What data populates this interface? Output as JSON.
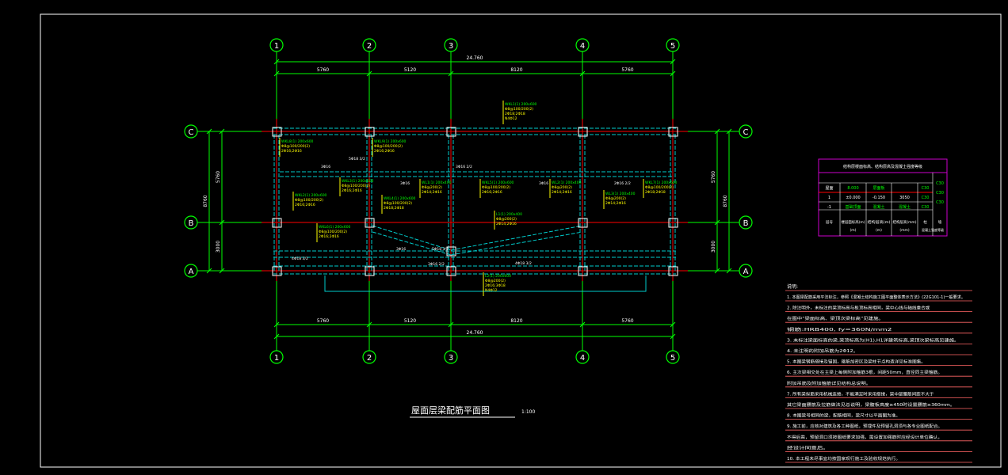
{
  "drawing": {
    "title": "屋面层梁配筋平面图",
    "scale": "1:100",
    "axes_x": [
      "1",
      "2",
      "3",
      "4",
      "5"
    ],
    "axes_y": [
      "C",
      "B",
      "A"
    ],
    "dims_top_total": "24.760",
    "dims_top": [
      "5760",
      "5120",
      "8120",
      "5760"
    ],
    "dims_bottom_total": "24.760",
    "dims_bottom": [
      "5760",
      "5120",
      "8120",
      "5760"
    ],
    "dims_left_total": "8760",
    "dims_left": [
      "5760",
      "3000"
    ],
    "dims_right_total": "8760",
    "dims_right": [
      "5760",
      "3000"
    ],
    "beam_labels": [
      {
        "lines": [
          "WKL1(1) 200x600",
          "Φ8@100/200(2)",
          "2Φ18;2Φ18",
          "N4Φ12"
        ]
      },
      {
        "lines": [
          "WKL2(1) 200x600",
          "Φ8@100/200(2)",
          "2Φ16;2Φ16"
        ]
      },
      {
        "lines": [
          "WKL3(1) 200x600",
          "Φ8@100/200(2)",
          "2Φ16;2Φ16"
        ]
      },
      {
        "lines": [
          "WKL4(1) 200x600",
          "Φ8@100/200(2)",
          "2Φ18;2Φ18"
        ]
      },
      {
        "lines": [
          "WL1(1) 200x400",
          "Φ8@200(2)",
          "2Φ14;2Φ16"
        ]
      },
      {
        "lines": [
          "WKL5(1) 200x600",
          "Φ8@100/200(2)",
          "2Φ16;2Φ16"
        ]
      },
      {
        "lines": [
          "WKL6(1) 200x600",
          "Φ8@100/200(2)",
          "2Φ16;2Φ16"
        ]
      },
      {
        "lines": [
          "WL2(1) 200x400",
          "Φ8@200(2)",
          "2Φ14;2Φ16"
        ]
      },
      {
        "lines": [
          "WL3(1) 200x400",
          "Φ8@200(2)",
          "2Φ14;2Φ16"
        ]
      },
      {
        "lines": [
          "L1(1) 200x400",
          "Φ8@200(2)",
          "2Φ14;2Φ16"
        ]
      },
      {
        "lines": [
          "WKL7(1) 200x600",
          "Φ8@100/200(2)",
          "2Φ18;2Φ18"
        ]
      },
      {
        "lines": [
          "WKL8(1) 200x600",
          "Φ8@100/200(2)",
          "2Φ16;2Φ16"
        ]
      },
      {
        "lines": [
          "WKL9(1) 200x600",
          "Φ8@100/200(2)",
          "2Φ16;2Φ16"
        ]
      },
      {
        "lines": [
          "L2(1) 200x600",
          "Φ8@200(2)",
          "2Φ16;3Φ18",
          "N4Φ12"
        ]
      }
    ],
    "beam_small_labels": [
      "3Φ16",
      "3Φ16",
      "3Φ16 2/2",
      "3Φ16",
      "2Φ16 2/2",
      "3Φ16",
      "3Φ16 2/2",
      "5Φ18 3/2",
      "4Φ18 3/2",
      "4Φ18 3/2",
      "5Φ18 3/2"
    ]
  },
  "level_table": {
    "title": "结构层楼面标高、结构层高及混凝土强度等级",
    "header": [
      "屋面",
      "8.000",
      "层面板",
      "",
      "C30"
    ],
    "rows": [
      [
        "1",
        "±0.000",
        "-0.150",
        "3050",
        "C30"
      ],
      [
        "-1",
        "基础顶面",
        "混凝土",
        "混凝土",
        "C30"
      ]
    ],
    "footer": [
      "层号",
      "楼层面标高(m)",
      "结构层高(m)",
      "结构层高(mm)",
      "柱",
      "墙"
    ],
    "units": [
      "(m)",
      "(m)",
      "(mm)"
    ],
    "footer_note": "混凝土强度等级",
    "side": [
      "C30",
      "C30",
      "C30"
    ]
  },
  "notes": {
    "heading": "说明:",
    "lines": [
      "1. 本图梁配筋采用平法标注，参照《混凝土结构施工图平面整体表示方法》(22G101-1)一般要求。",
      "2. 除注明外，未标注的梁顶标高与板顶标高相同，梁中心线与轴线重合或",
      "   在图中“梁面标高、梁顶次梁标高”见建施。",
      "   钢筋:HRB400, fy=360N/mm2",
      "3. 未标注梁面标高的梁,梁顶标高为(H1),H1详建筑标高,梁顶次梁标高见建施。",
      "4. 未注明的附加吊筋为2Φ12。",
      "5. 本图梁钢筋搭接及锚固，箍筋加密区及梁柱节点构造详见标准图集。",
      "6. 主次梁相交处在主梁上每侧附加箍筋3根，间距50mm，直径同主梁箍筋。",
      "   附加吊筋及附加箍筋详见结构总说明。",
      "7. 所有梁纵筋采用机械连接，不能满足时采用搭接，梁中部腰筋间距不大于",
      "   其它梁面腰筋及拉筋做法见总说明，梁腹板高度≥450时设置腰筋≥360mm。",
      "8. 本图梁号相同的梁，配筋相同，梁尺寸以平面图为准。",
      "9. 施工前，应核对建筑及各工种图纸，预埋件及预留孔洞须与各专业图纸配合。",
      "   不得后凿，预留洞口须按图纸要求加强，需设置加强筋时应经设计单位确认，",
      "   经设计同意后。",
      "10. 本工程未尽事宜均按国家现行施工及验收规范执行。"
    ]
  },
  "colors": {
    "background": "#000000",
    "axis_line": "#00ff00",
    "axis_red": "#ff0000",
    "beam": "#00cccc",
    "column": "#ffffff",
    "annotation": "#ffff00",
    "table_border": "#cc00cc",
    "note_line": "#ff6666"
  }
}
